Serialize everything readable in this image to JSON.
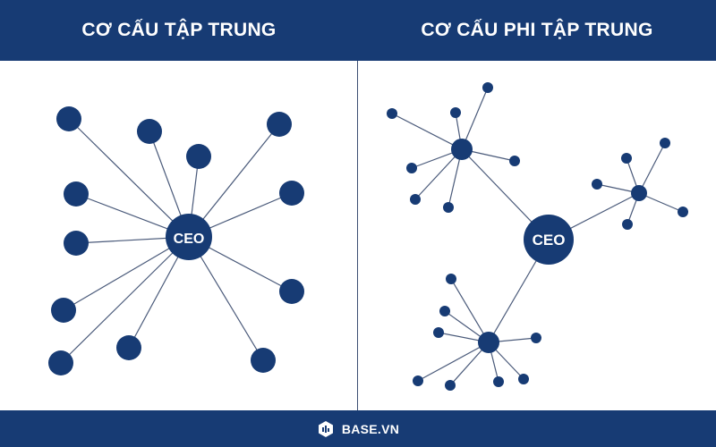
{
  "header": {
    "left_title": "CƠ CẤU TẬP TRUNG",
    "right_title": "CƠ CẤU PHI TẬP TRUNG"
  },
  "centralized": {
    "center_label": "CEO"
  },
  "decentralized": {
    "center_label": "CEO"
  },
  "footer": {
    "brand": "BASE.VN"
  },
  "colors": {
    "navy": "#173b74",
    "line": "#4a5a7a",
    "background": "#ffffff"
  },
  "icons": {
    "logo": "hexagon-bars-icon"
  }
}
